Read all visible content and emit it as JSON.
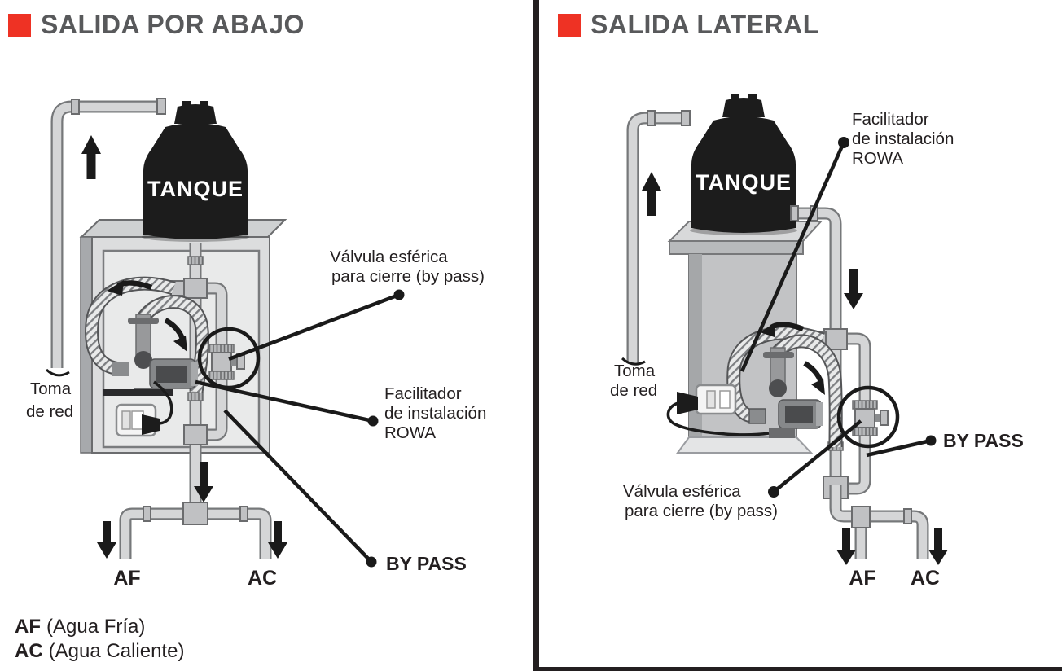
{
  "left": {
    "title": "SALIDA POR ABAJO",
    "tank": "TANQUE",
    "toma1": "Toma",
    "toma2": "de red",
    "valvula1": "Válvula esférica",
    "valvula2": "para cierre (by pass)",
    "fac1": "Facilitador",
    "fac2": "de instalación",
    "fac3": "ROWA",
    "bypass": "BY PASS",
    "af": "AF",
    "ac": "AC"
  },
  "right": {
    "title": "SALIDA LATERAL",
    "tank": "TANQUE",
    "toma1": "Toma",
    "toma2": "de red",
    "valvula1": "Válvula esférica",
    "valvula2": "para cierre (by pass)",
    "fac1": "Facilitador",
    "fac2": "de instalación",
    "fac3": "ROWA",
    "bypass": "BY PASS",
    "af": "AF",
    "ac": "AC"
  },
  "legend": {
    "af": "AF",
    "af_desc": "(Agua Fría)",
    "ac": "AC",
    "ac_desc": "(Agua Caliente)"
  },
  "colors": {
    "accent_red": "#EE3224",
    "title_gray": "#58595B",
    "ink": "#231F20"
  }
}
